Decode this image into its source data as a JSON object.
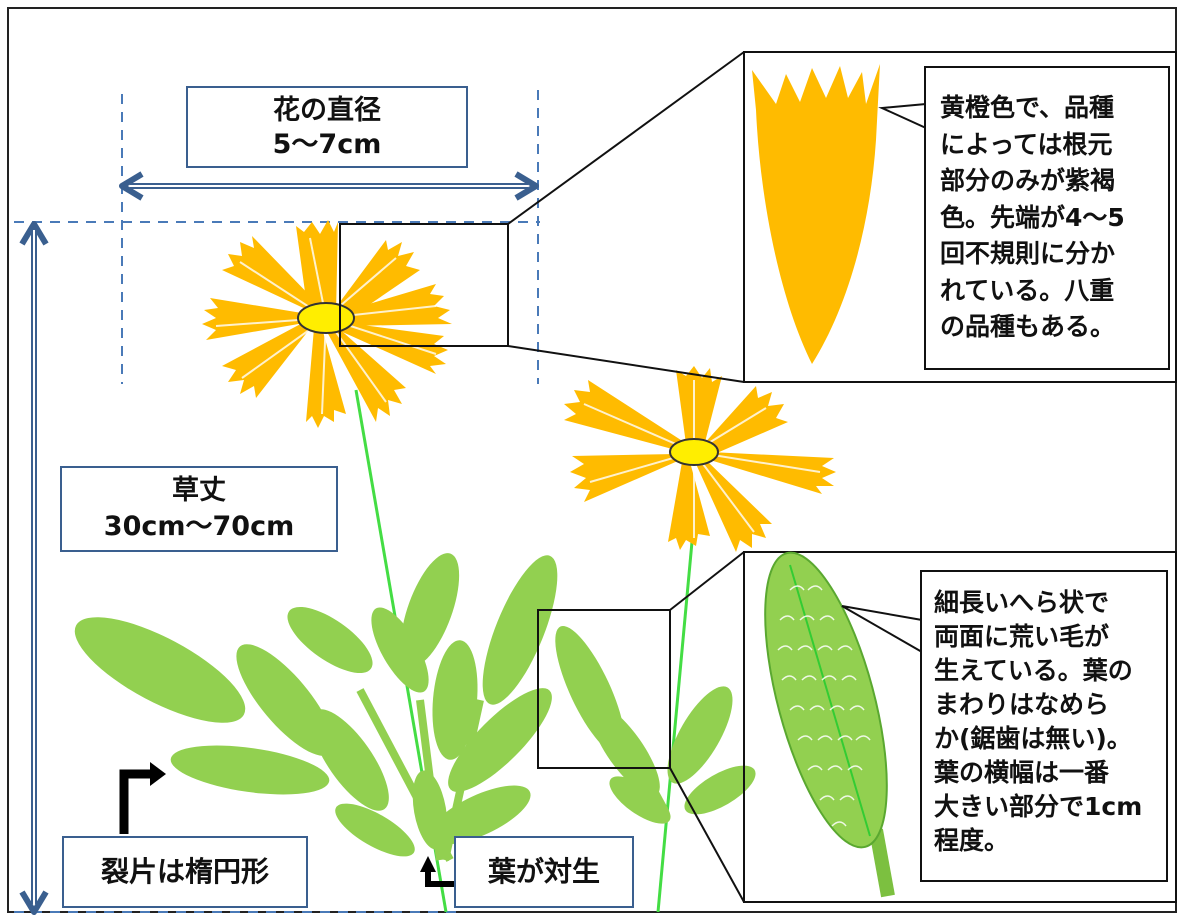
{
  "flower_diameter": {
    "title": "花の直径",
    "value": "5～7cm"
  },
  "plant_height": {
    "title": "草丈",
    "value": "30cm～70cm"
  },
  "petal_note": {
    "lines": [
      "黄橙色で、品種",
      "によっては根元",
      "部分のみが紫褐",
      "色。先端が4～5",
      "回不規則に分か",
      "れている。八重",
      "の品種もある。"
    ]
  },
  "leaf_note": {
    "lines": [
      "細長いへら状で",
      "両面に荒い毛が",
      "生えている。葉の",
      "まわりはなめら",
      "か(鋸歯は無い)。",
      "葉の横幅は一番",
      "大きい部分で1cm",
      "程度。"
    ]
  },
  "leaf_lobe_label": "裂片は楕円形",
  "opposite_leaves_label": "葉が対生",
  "colors": {
    "petal": "#ffbb00",
    "center": "#ffee00",
    "leaf": "#92d050",
    "stem": "#44dd44",
    "dimension_blue": "#3a5f8f",
    "dashed_blue": "#4a7ab8"
  }
}
